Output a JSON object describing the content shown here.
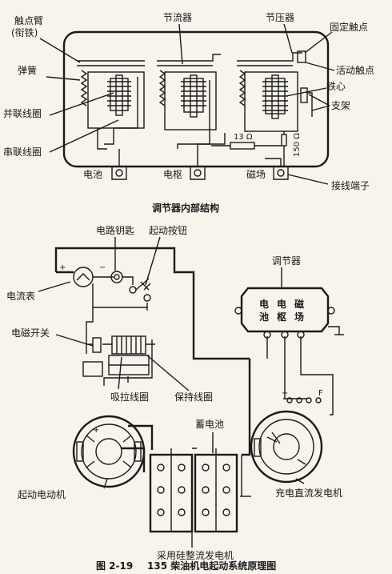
{
  "top": {
    "callouts": {
      "contact_arm": "触点臂",
      "armature": "(衔铁)",
      "current_regulator": "节流器",
      "voltage_regulator": "节压器",
      "fixed_contact": "固定触点",
      "spring": "弹簧",
      "moving_contact": "活动触点",
      "iron_core": "铁心",
      "shunt_coil": "并联线圈",
      "bracket": "支架",
      "series_coil": "串联线圈",
      "terminal": "接线端子"
    },
    "resistors": {
      "r1": "13 Ω",
      "r2": "150 Ω"
    },
    "terminals": [
      "电池",
      "电枢",
      "磁场"
    ],
    "caption": "调节器内部结构"
  },
  "bottom": {
    "callouts": {
      "ignition_key": "电路钥匙",
      "start_button": "起动按钮",
      "ammeter": "电流表",
      "regulator": "调节器",
      "solenoid_switch": "电磁开关",
      "pull_coil": "吸拉线圈",
      "hold_coil": "保持线圈",
      "battery": "蓄电池",
      "starter_motor": "起动电动机",
      "dc_generator": "充电直流发电机",
      "silicon_alternator": "采用硅整流发电机"
    },
    "regulator_terminals": [
      {
        "line1": "电",
        "line2": "池"
      },
      {
        "line1": "电",
        "line2": "枢"
      },
      {
        "line1": "磁",
        "line2": "场"
      }
    ],
    "ammeter_signs": {
      "plus": "+",
      "minus": "−"
    },
    "generator_terminals": {
      "plus": "+",
      "field": "F"
    }
  },
  "figure": {
    "number": "图 2-19",
    "title": "135 柴油机电起动系统原理图"
  }
}
